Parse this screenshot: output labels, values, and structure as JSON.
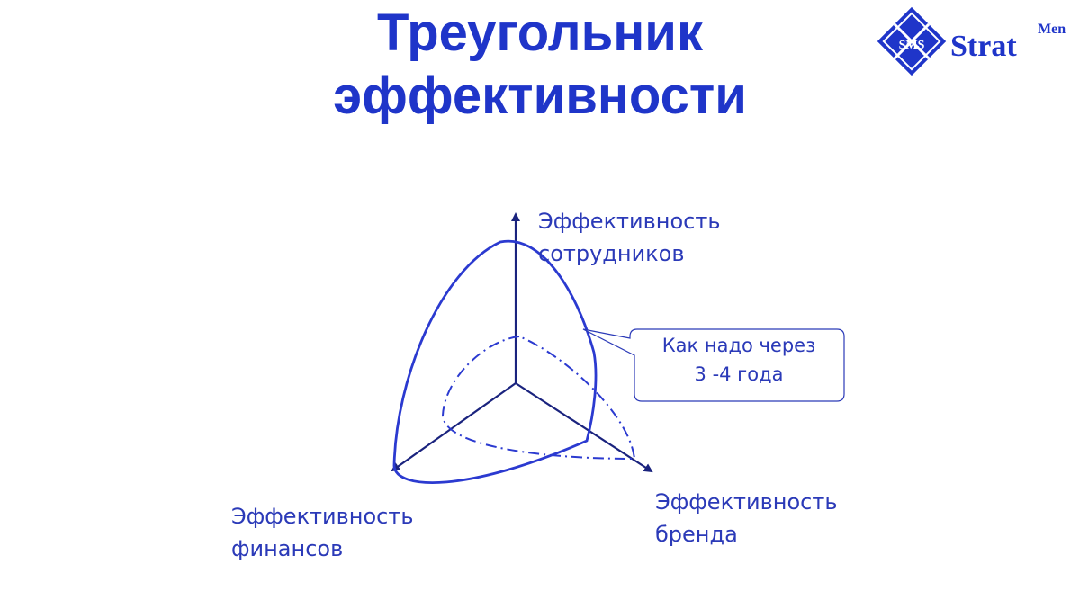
{
  "title": {
    "line1": "Треугольник",
    "line2": "эффективности"
  },
  "logo": {
    "word": "Strat",
    "superscript": "Men",
    "mark_letters": "SMS"
  },
  "axes": {
    "top": {
      "line1": "Эффективность",
      "line2": "сотрудников"
    },
    "left": {
      "line1": "Эффективность",
      "line2": "финансов"
    },
    "right": {
      "line1": "Эффективность",
      "line2": "бренда"
    }
  },
  "callout": {
    "line1": "Как надо через",
    "line2": "3 -4 года"
  },
  "colors": {
    "title": "#1f35c9",
    "axis": "#1a237e",
    "curve": "#2b3ad0",
    "text": "#2b3ab8"
  }
}
